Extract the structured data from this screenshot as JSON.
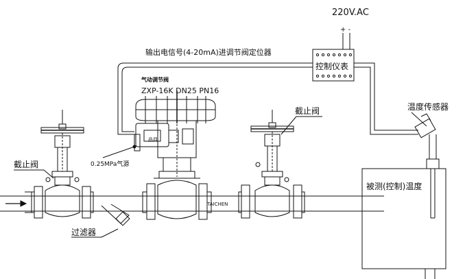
{
  "labels": {
    "power": "220V.AC",
    "polarity": "+ -",
    "signal": "输出电信号(4-20mA)进调节阀定位器",
    "controller": "控制仪表",
    "valve_name": "气动调节阀",
    "valve_model": "ZXP-16K DN25 PN16",
    "air_source": "0.25MPa气源",
    "stop_valve_left": "截止阀",
    "stop_valve_right": "截止阀",
    "filter": "过滤器",
    "pipe_brand": "TAICHEN",
    "positioner_mark": "品目",
    "temp_sensor": "温度传感器",
    "tank": "被测(控制)温度"
  }
}
